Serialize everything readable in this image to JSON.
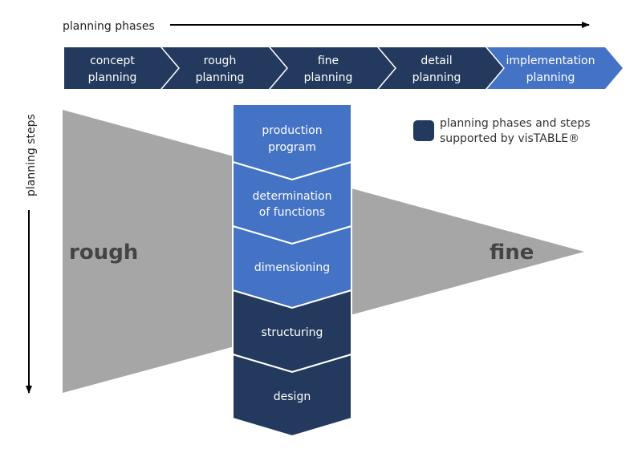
{
  "axis": {
    "phases_label": "planning phases",
    "steps_label": "planning steps"
  },
  "phases": [
    {
      "line1": "concept",
      "line2": "planning",
      "supported": true
    },
    {
      "line1": "rough",
      "line2": "planning",
      "supported": true
    },
    {
      "line1": "fine",
      "line2": "planning",
      "supported": true
    },
    {
      "line1": "detail",
      "line2": "planning",
      "supported": true
    },
    {
      "line1": "implementation",
      "line2": "planning",
      "supported": false
    }
  ],
  "funnel": {
    "rough_label": "rough",
    "fine_label": "fine"
  },
  "steps": [
    {
      "line1": "production",
      "line2": "program",
      "supported": false
    },
    {
      "line1": "determination",
      "line2": "of functions",
      "supported": false
    },
    {
      "line1": "dimensioning",
      "line2": "",
      "supported": false
    },
    {
      "line1": "structuring",
      "line2": "",
      "supported": true
    },
    {
      "line1": "design",
      "line2": "",
      "supported": true
    }
  ],
  "legend": {
    "line1": "planning phases and steps",
    "line2": "supported by visTABLE®"
  },
  "colors": {
    "supported": "#233a5e",
    "other": "#4472c4",
    "funnel": "#a6a6a6",
    "arrow": "#000000"
  }
}
